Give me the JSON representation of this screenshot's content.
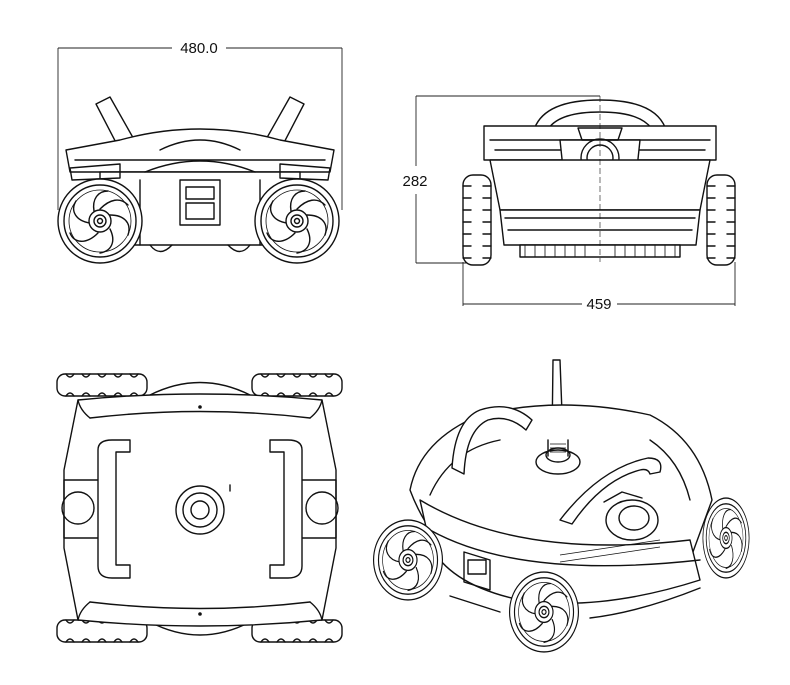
{
  "dimensions": {
    "width_top": "480.0",
    "height_side": "282",
    "width_side": "459"
  }
}
